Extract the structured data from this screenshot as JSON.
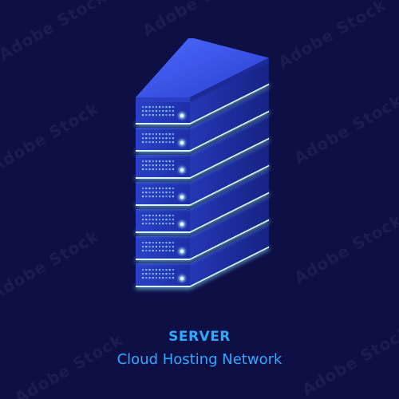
{
  "title": "SERVER",
  "subtitle": "Cloud Hosting Network",
  "stock_id": "299185661",
  "watermark_text": "Adobe Stock",
  "colors": {
    "background": "#0d0f45",
    "text_accent": "#2fa8ff",
    "server_top": "#3f5df0",
    "server_front": "#2334b8",
    "server_side": "#1b2790",
    "glow": "#7fd6ff",
    "led": "#a8e8ff"
  },
  "server": {
    "unit_count": 7
  }
}
